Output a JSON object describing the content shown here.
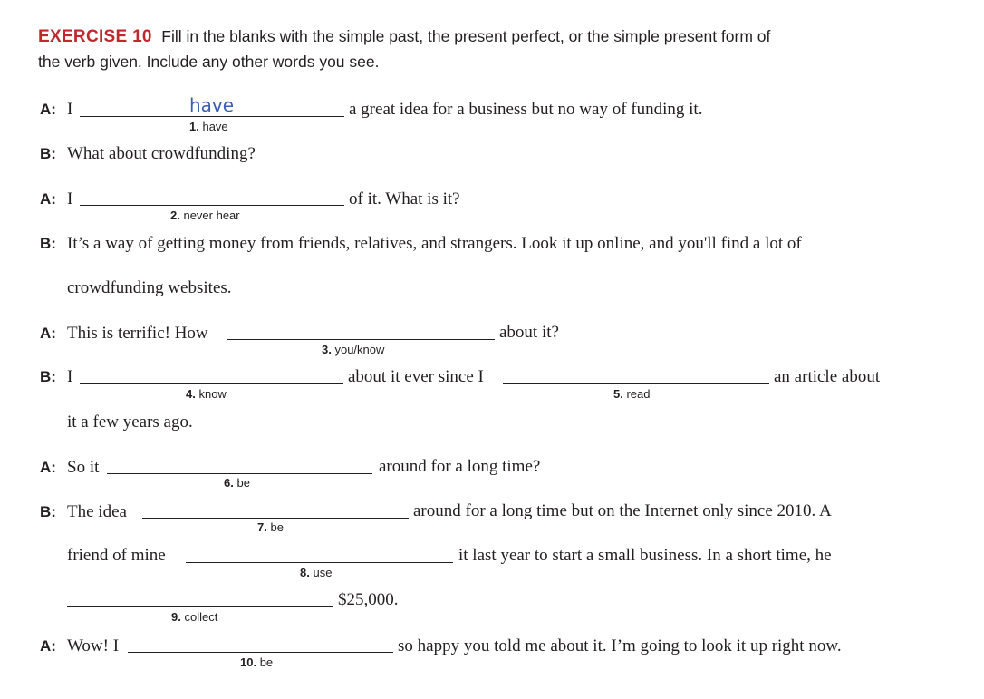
{
  "header": {
    "label": "EXERCISE 10",
    "instruction_1": "Fill in the blanks with the simple past, the present perfect, or the simple present form of",
    "instruction_2": "the verb given. Include any other words you see."
  },
  "dialogue": {
    "l1": {
      "speaker": "A:",
      "pre": "I",
      "answer": "have",
      "post": "a great idea for a business but no way of funding it.",
      "cue_num": "1.",
      "cue": "have"
    },
    "l2": {
      "speaker": "B:",
      "text": "What about crowdfunding?"
    },
    "l3": {
      "speaker": "A:",
      "pre": "I",
      "post": "of it. What is it?",
      "cue_num": "2.",
      "cue": "never hear"
    },
    "l4": {
      "speaker": "B:",
      "text": "It’s a way of getting money from friends, relatives, and strangers. Look it up online, and you'll find a lot of",
      "cont": "crowdfunding websites."
    },
    "l5": {
      "speaker": "A:",
      "pre": "This is terrific! How",
      "post": "about it?",
      "cue_num": "3.",
      "cue": "you/know"
    },
    "l6": {
      "speaker": "B:",
      "pre": "I",
      "mid": "about it ever since I",
      "post": "an article about",
      "cue_num_a": "4.",
      "cue_a": "know",
      "cue_num_b": "5.",
      "cue_b": "read",
      "cont": "it a few years ago."
    },
    "l7": {
      "speaker": "A:",
      "pre": "So it",
      "post": "around for a long time?",
      "cue_num": "6.",
      "cue": "be"
    },
    "l8": {
      "speaker": "B:",
      "pre": "The idea",
      "post": "around for a long time but on the Internet only since 2010. A",
      "cue_num": "7.",
      "cue": "be",
      "pre2": "friend of mine",
      "post2": "it last year to start a small business. In a short time, he",
      "cue_num2": "8.",
      "cue2": "use",
      "post3": "$25,000.",
      "cue_num3": "9.",
      "cue3": "collect"
    },
    "l9": {
      "speaker": "A:",
      "pre": "Wow! I",
      "post": "so happy you told me about it. I’m going to look it up right now.",
      "cue_num": "10.",
      "cue": "be"
    }
  }
}
